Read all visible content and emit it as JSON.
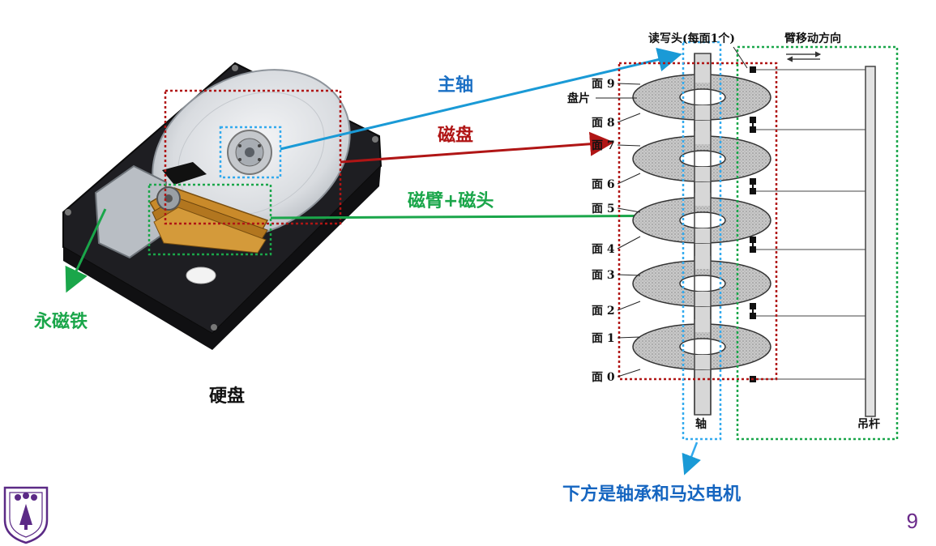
{
  "labels": {
    "spindle": "主轴",
    "platter": "磁盘",
    "arm_head": "磁臂+磁头",
    "magnet": "永磁铁",
    "hdd": "硬盘",
    "bottom_note": "下方是轴承和马达电机"
  },
  "diagram": {
    "rw_head": "读写头(每面1个)",
    "arm_dir": "臂移动方向",
    "platter": "盘片",
    "surfaces": [
      "面 9",
      "面 8",
      "面 7",
      "面 6",
      "面 5",
      "面 4",
      "面 3",
      "面 2",
      "面 1",
      "面 0"
    ],
    "axle": "轴",
    "hanger": "吊杆"
  },
  "page_number": "9",
  "colors": {
    "spindle": "#1a9ad6",
    "platter": "#b01515",
    "arm": "#1aa64a",
    "axle_box": "#33aaee",
    "note_blue": "#1565c0",
    "logo": "#5b2a86"
  }
}
